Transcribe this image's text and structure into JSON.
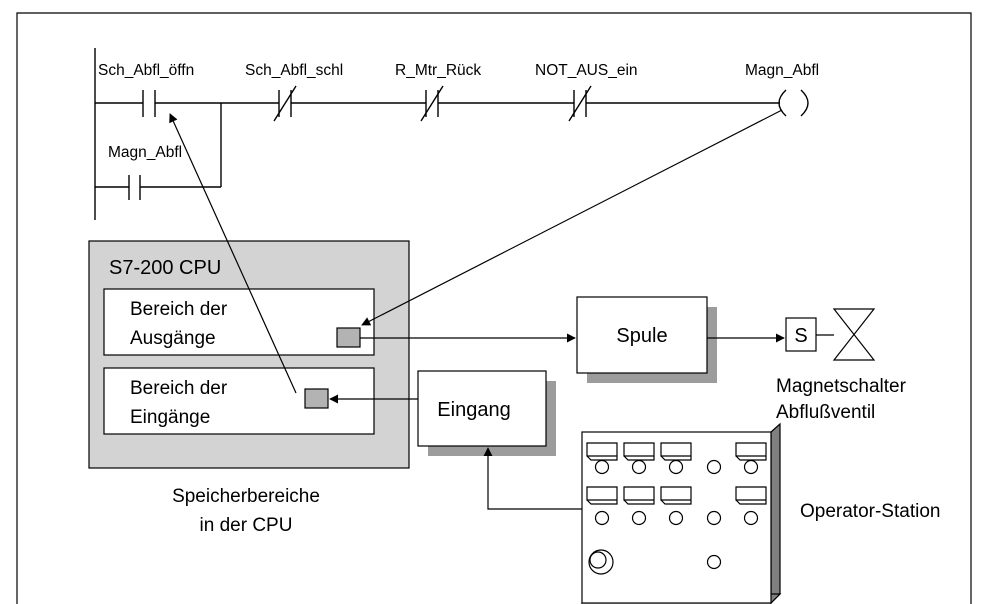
{
  "ladder": {
    "contacts": {
      "c1": "Sch_Abfl_öffn",
      "c2": "Sch_Abfl_schl",
      "c3": "R_Mtr_Rück",
      "c4": "NOT_AUS_ein",
      "coil": "Magn_Abfl",
      "hold": "Magn_Abfl"
    }
  },
  "cpu": {
    "title": "S7-200 CPU",
    "outputs_line1": "Bereich der",
    "outputs_line2": "Ausgänge",
    "inputs_line1": "Bereich der",
    "inputs_line2": "Eingänge",
    "caption_line1": "Speicherbereiche",
    "caption_line2": "in der CPU"
  },
  "spule": {
    "label": "Spule"
  },
  "eingang": {
    "label": "Eingang"
  },
  "valve": {
    "symbol": "S",
    "caption_line1": "Magnetschalter",
    "caption_line2": "Abflußventil"
  },
  "operator_station": {
    "label": "Operator-Station"
  }
}
